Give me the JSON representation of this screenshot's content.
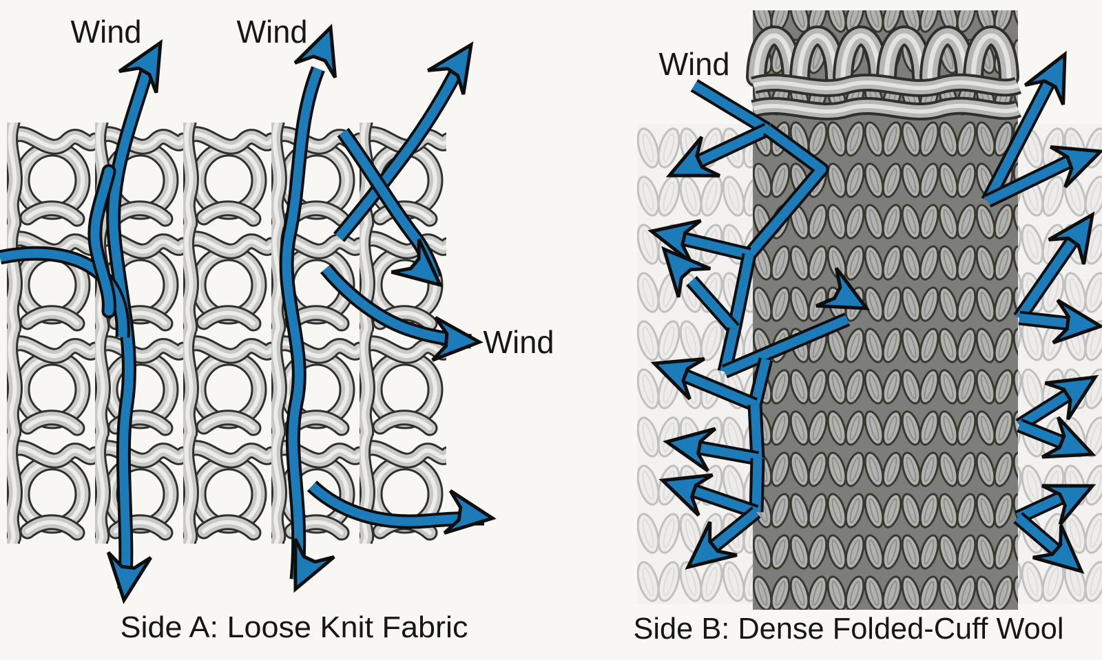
{
  "colors": {
    "background": "#f8f7f4",
    "arrow_blue": "#1c7cba",
    "arrow_outline": "#0e0e0e",
    "caption_text": "#161616",
    "loose_yarn": "#c8c8c6",
    "dense_yarn": "#b2b2b0",
    "faded_yarn": "#ebeae8"
  },
  "side_a": {
    "caption": "Side A: Loose Knit Fabric",
    "wind_labels": {
      "top_left": "Wind",
      "top_center": "Wind",
      "right": "Wind"
    }
  },
  "side_b": {
    "caption": "Side B: Dense Folded-Cuff Wool",
    "wind_labels": {
      "upper_left": "Wind"
    }
  }
}
